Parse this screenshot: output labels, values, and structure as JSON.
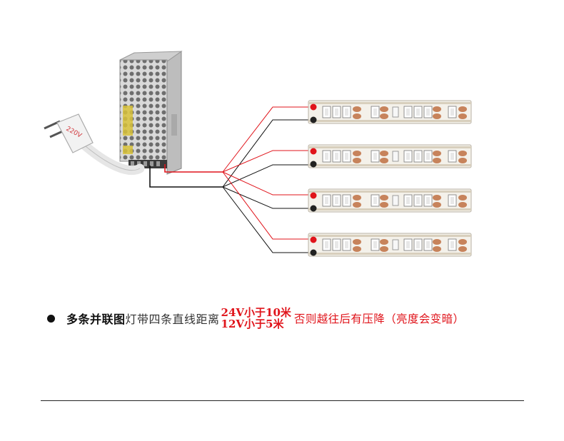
{
  "plug": {
    "voltage_label": "220V"
  },
  "strips": [
    {
      "name": "led-strip-1"
    },
    {
      "name": "led-strip-2"
    },
    {
      "name": "led-strip-3"
    },
    {
      "name": "led-strip-4"
    }
  ],
  "colors": {
    "positive_wire": "#e0141b",
    "negative_wire": "#111111",
    "strip_base": "#f4f1ea",
    "resistor": "#c7835b"
  },
  "caption": {
    "lead_bold": "多条并联图",
    "lead_rest": "灯带四条直线距离",
    "limit_24v": "24V小于10米",
    "limit_12v": "12V小于5米",
    "tail": "否则越往后有压降（亮度会变暗）"
  }
}
